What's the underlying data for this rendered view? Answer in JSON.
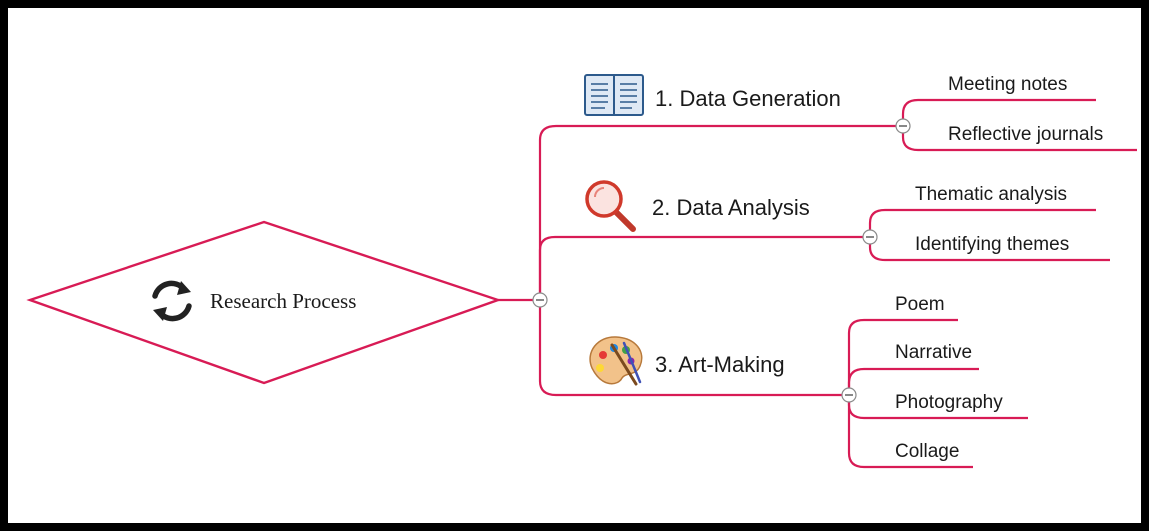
{
  "root": {
    "label": "Research Process",
    "icon": "cycle-arrows-icon"
  },
  "branches": [
    {
      "label": "1. Data Generation",
      "icon": "open-book-icon",
      "children": [
        "Meeting notes",
        "Reflective journals"
      ]
    },
    {
      "label": "2. Data Analysis",
      "icon": "magnifier-icon",
      "children": [
        "Thematic analysis",
        "Identifying themes"
      ]
    },
    {
      "label": "3. Art-Making",
      "icon": "palette-icon",
      "children": [
        "Poem",
        "Narrative",
        "Photography",
        "Collage"
      ]
    }
  ],
  "colors": {
    "connector": "#d81b55",
    "frame": "#000000",
    "background": "#ffffff"
  }
}
